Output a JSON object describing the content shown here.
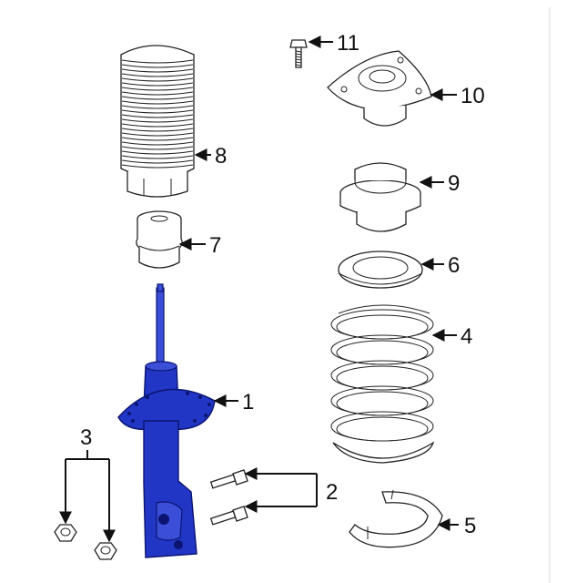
{
  "diagram": {
    "callouts": [
      "1",
      "2",
      "3",
      "4",
      "5",
      "6",
      "7",
      "8",
      "9",
      "10",
      "11"
    ]
  },
  "colors": {
    "strut_blue": "#2236c6",
    "line": "#111111",
    "background": "#ffffff"
  }
}
